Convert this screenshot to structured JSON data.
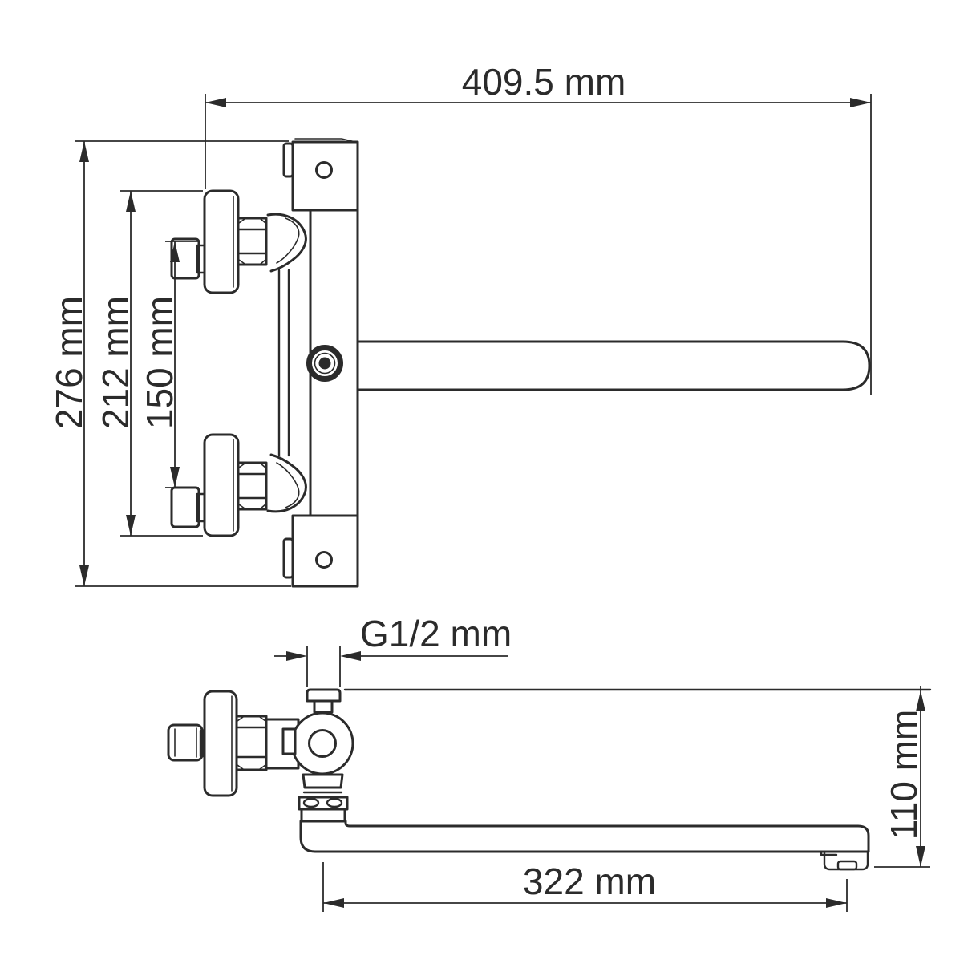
{
  "document": {
    "type": "technical-dimension-drawing",
    "subject": "wall-mounted bath mixer tap with long swivel spout",
    "background_color": "#ffffff",
    "line_color": "#2b2b2b",
    "units": "mm"
  },
  "views": {
    "front": {
      "title": "front-view",
      "dimensions": {
        "spout_reach": {
          "label": "409.5 mm",
          "value": 409.5,
          "unit": "mm",
          "orientation": "horizontal"
        },
        "overall_height": {
          "label": "276 mm",
          "value": 276,
          "unit": "mm",
          "orientation": "vertical"
        },
        "handle_span": {
          "label": "212 mm",
          "value": 212,
          "unit": "mm",
          "orientation": "vertical"
        },
        "inlet_spacing": {
          "label": "150 mm",
          "value": 150,
          "unit": "mm",
          "orientation": "vertical"
        }
      }
    },
    "side": {
      "title": "side-view",
      "dimensions": {
        "thread_size": {
          "label": "G1/2 mm",
          "value": "G1/2",
          "unit": "mm",
          "orientation": "horizontal"
        },
        "spout_length": {
          "label": "322 mm",
          "value": 322,
          "unit": "mm",
          "orientation": "horizontal"
        },
        "spout_height": {
          "label": "110 mm",
          "value": 110,
          "unit": "mm",
          "orientation": "vertical"
        }
      }
    }
  }
}
